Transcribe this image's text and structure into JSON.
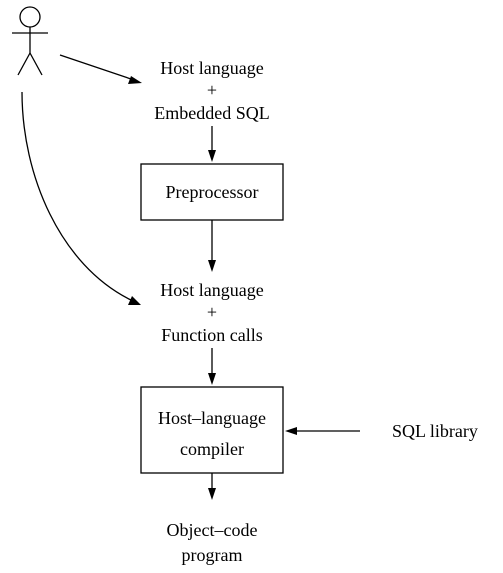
{
  "diagram": {
    "source": {
      "line1": "Host language",
      "plus": "+",
      "line2": "Embedded SQL"
    },
    "preprocessor": {
      "label": "Preprocessor"
    },
    "intermediate": {
      "line1": "Host language",
      "plus": "+",
      "line2": "Function calls"
    },
    "compiler": {
      "line1": "Host–language",
      "line2": "compiler"
    },
    "library": {
      "label": "SQL library"
    },
    "output": {
      "line1": "Object–code",
      "line2": "program"
    }
  }
}
